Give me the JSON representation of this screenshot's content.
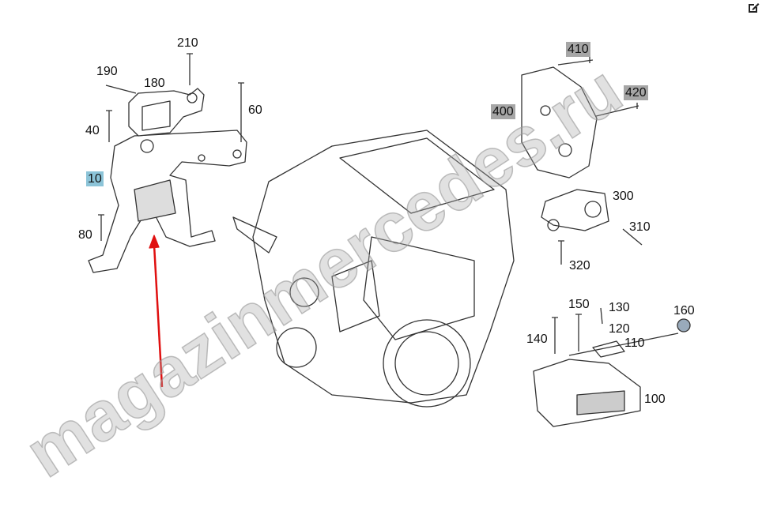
{
  "watermark": "magazinmercedes.ru",
  "toolbar": {
    "edit_icon": "edit-icon"
  },
  "colors": {
    "highlight_blue": "#8cc4d8",
    "highlight_gray": "#a6a6a6",
    "arrow": "#e01010"
  },
  "callouts": {
    "p10": "10",
    "p40": "40",
    "p60": "60",
    "p80": "80",
    "p180": "180",
    "p190": "190",
    "p210": "210",
    "p300": "300",
    "p310": "310",
    "p320": "320",
    "p400": "400",
    "p410": "410",
    "p420": "420",
    "p100": "100",
    "p110": "110",
    "p120": "120",
    "p130": "130",
    "p140": "140",
    "p150": "150",
    "p160": "160"
  }
}
